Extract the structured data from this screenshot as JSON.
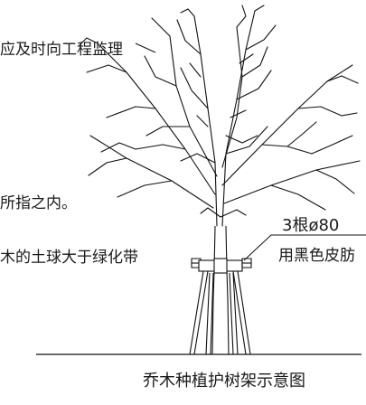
{
  "annotations": [
    {
      "id": "note-supervision",
      "text": "应及时向工程监理"
    },
    {
      "id": "note-within",
      "text": "所指之内。"
    },
    {
      "id": "note-rootball",
      "text": "木的土球大于绿化带"
    }
  ],
  "callout": {
    "line1": "3根ø80",
    "line2": "用黑色皮肪"
  },
  "caption": "乔木种植护树架示意图"
}
